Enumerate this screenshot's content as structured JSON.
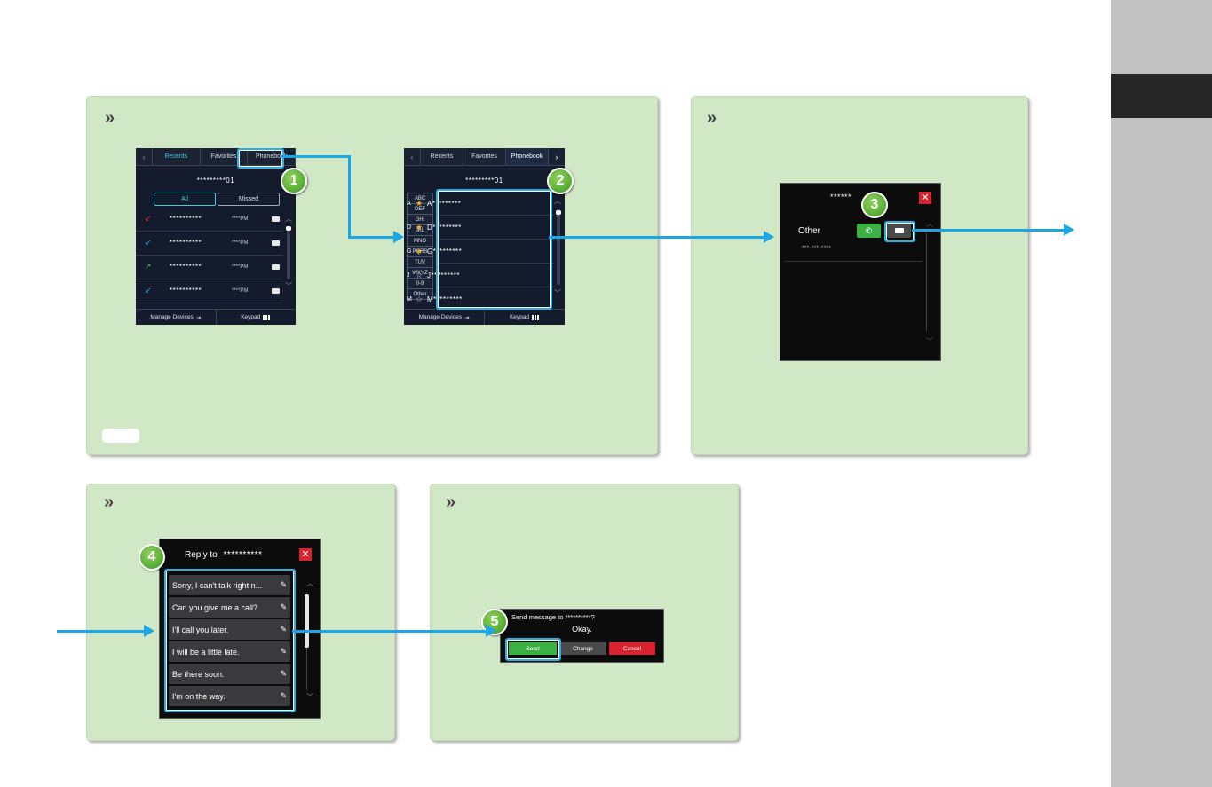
{
  "colors": {
    "panel": "#d1e8c6",
    "accent": "#1aa7e3",
    "green_badge": "#3c9a20",
    "close_red": "#d8232f",
    "send_green": "#3bb143",
    "cancel_red": "#d8232f"
  },
  "icons": [
    "chevron-double-right-icon",
    "call-icon",
    "message-icon",
    "close-icon",
    "pencil-icon",
    "grid-icon",
    "exit-icon"
  ],
  "screen1": {
    "tabs": [
      "Recents",
      "Favorites",
      "Phonebook"
    ],
    "device": "*********01",
    "filters": [
      "All",
      "Missed"
    ],
    "calls": [
      {
        "name": "**********",
        "time": "****PM"
      },
      {
        "name": "**********",
        "time": "****PM"
      },
      {
        "name": "**********",
        "time": "****PM"
      },
      {
        "name": "**********",
        "time": "****PM"
      }
    ],
    "bottom": [
      "Manage Devices",
      "Keypad"
    ]
  },
  "screen2": {
    "tabs": [
      "Recents",
      "Favorites",
      "Phonebook"
    ],
    "device": "*********01",
    "alpha": [
      "ABC",
      "DEF",
      "GHI",
      "JKL",
      "MNO",
      "PQRS",
      "TUV",
      "WXYZ",
      "0-9",
      "Other"
    ],
    "contacts": [
      {
        "letter": "A",
        "star": "★",
        "name": "A*********"
      },
      {
        "letter": "D",
        "star": "★",
        "name": "D*********"
      },
      {
        "letter": "G",
        "star": "★",
        "name": "G*********"
      },
      {
        "letter": "J",
        "star": "☆",
        "name": "J*********"
      },
      {
        "letter": "M",
        "star": "☆",
        "name": "M*********"
      }
    ],
    "bottom": [
      "Manage Devices",
      "Keypad"
    ]
  },
  "screen3": {
    "title": "******",
    "label": "Other",
    "number": "***-***-****"
  },
  "screen4": {
    "title": "Reply to",
    "recipient": "**********",
    "replies": [
      "Sorry, I can't talk right n...",
      "Can you give me a call?",
      "I'll call you later.",
      "I will be a little late.",
      "Be there soon.",
      "I'm on the way."
    ]
  },
  "screen5": {
    "question": "Send message to **********?",
    "message": "Okay.",
    "buttons": [
      "Send",
      "Change",
      "Cancel"
    ]
  },
  "badges": [
    "1",
    "2",
    "3",
    "4",
    "5"
  ]
}
